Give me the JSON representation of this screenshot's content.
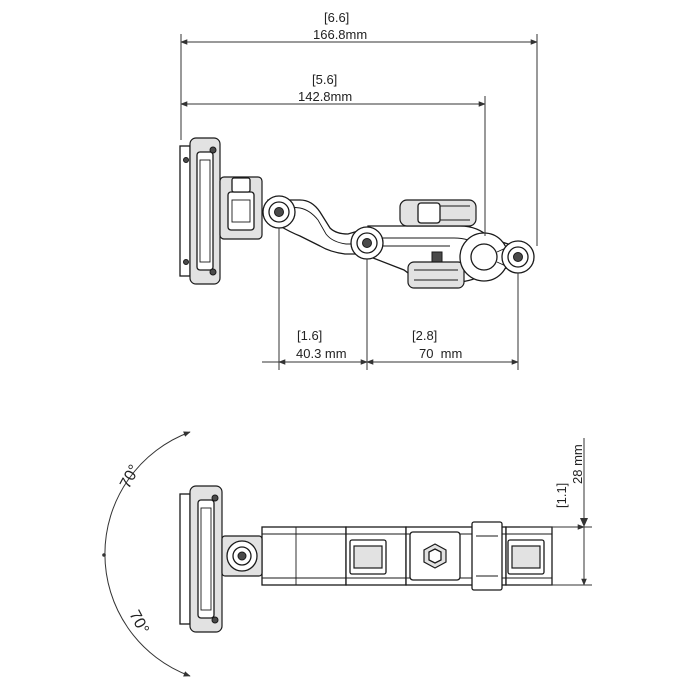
{
  "dimensions": {
    "overall_inches": "[6.6]",
    "overall_mm": "166.8mm",
    "reach_inches": "[5.6]",
    "reach_mm": "142.8mm",
    "first_arm_inches": "[1.6]",
    "first_arm_mm": "40.3 mm",
    "second_arm_inches": "[2.8]",
    "second_arm_mm": "70  mm",
    "height_inches": "[1.1]",
    "height_mm": "28 mm"
  },
  "angles": {
    "upper": "70°",
    "lower": "70°"
  },
  "colors": {
    "line": "#1a1a1a",
    "fill_grey": "#e2e2e2",
    "fill_dark": "#4a4a4a"
  }
}
